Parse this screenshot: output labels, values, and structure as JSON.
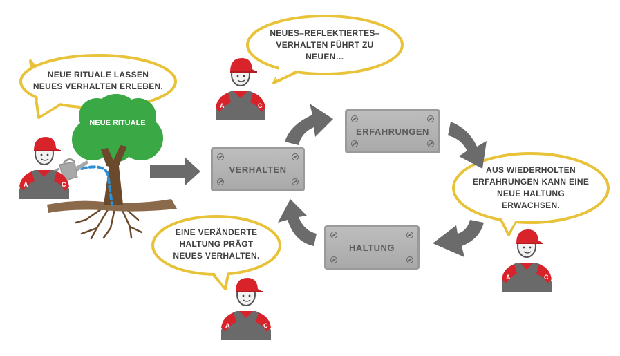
{
  "bubbles": {
    "rituale": [
      "NEUE RITUALE LASSEN",
      "NEUES VERHALTEN ERLEBEN."
    ],
    "reflektiert": [
      "NEUES–REFLEKTIERTES–",
      "VERHALTEN FÜHRT ZU",
      "NEUEN…"
    ],
    "wiederholt": [
      "AUS WIEDERHOLTEN",
      "ERFAHRUNGEN KANN EINE",
      "NEUE HALTUNG",
      "ERWACHSEN."
    ],
    "haltung": [
      "EINE VERÄNDERTE",
      "HALTUNG PRÄGT",
      "NEUES VERHALTEN."
    ]
  },
  "tree_label": "NEUE RITUALE",
  "plates": {
    "verhalten": "VERHALTEN",
    "erfahrungen": "ERFAHRUNGEN",
    "haltung": "HALTUNG"
  },
  "shoulder_letters": {
    "left": "A",
    "right": "C"
  },
  "colors": {
    "bubble_border": "#e8c33a",
    "arrow": "#6b6b6b",
    "cap_red": "#d8232a",
    "tree_green": "#3aa845",
    "trunk_brown": "#6b4a2b",
    "water_blue": "#2d8fd6"
  }
}
